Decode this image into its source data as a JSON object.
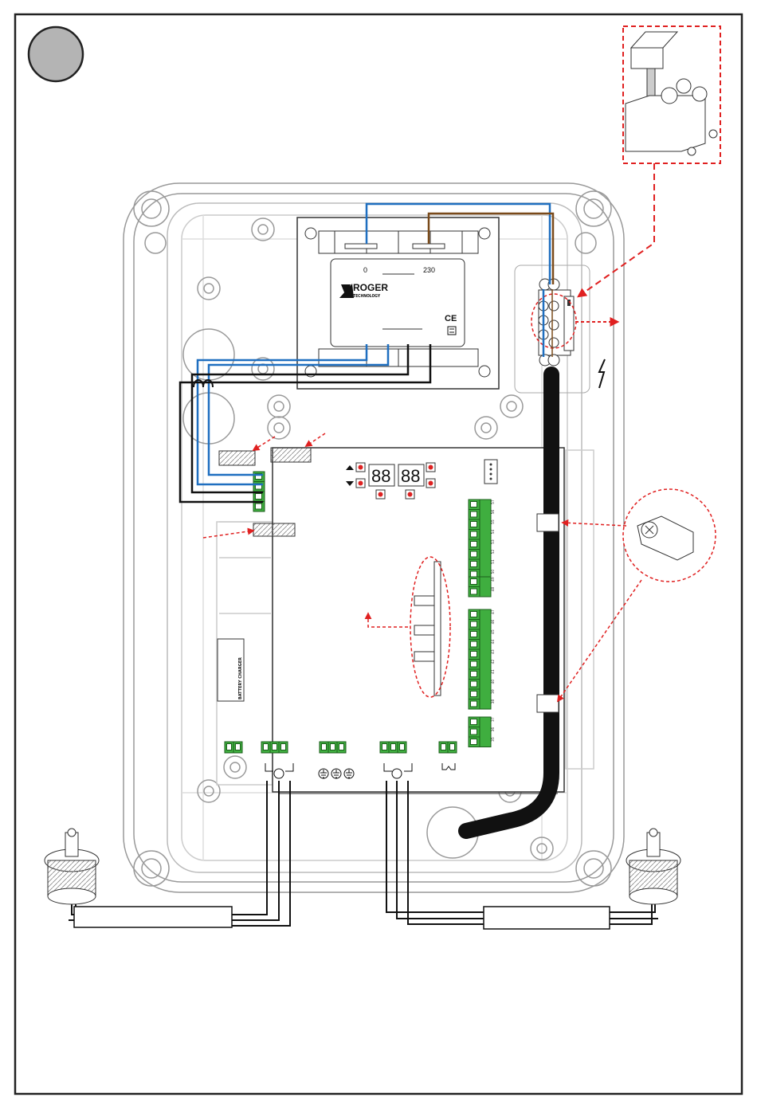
{
  "transformer": {
    "tap_left": "0",
    "tap_right": "230",
    "brand_line1": "ROGER",
    "brand_line2": "TECHNOLOGY",
    "ce_mark": "CE"
  },
  "battery_label": "BATTERY CHARGER",
  "display_digits": [
    "88",
    "88"
  ],
  "terminal_numbers_right": [
    "31",
    "32",
    "33",
    "34",
    "35",
    "36",
    "37",
    "38",
    "39",
    "40",
    "41",
    "42",
    "43",
    "44",
    "45",
    "46",
    "47",
    "48",
    "49",
    "50",
    "51",
    "52",
    "53",
    "54",
    "55",
    "56",
    "57"
  ],
  "icons": {
    "step_badge": "grey-circle-badge",
    "lightning": "lightning-bolt-icon",
    "cable_clip": "cable-clip-icon",
    "terminal_block": "terminal-block-icon",
    "gearmotor": "motor-icon",
    "earth": "ground-symbol-icon"
  },
  "colors": {
    "wire_blue": "#1f6fc0",
    "wire_brown": "#7a4a1a",
    "terminal_green": "#3fae3f",
    "callout_red": "#e02020",
    "badge_grey": "#b4b4b4"
  }
}
